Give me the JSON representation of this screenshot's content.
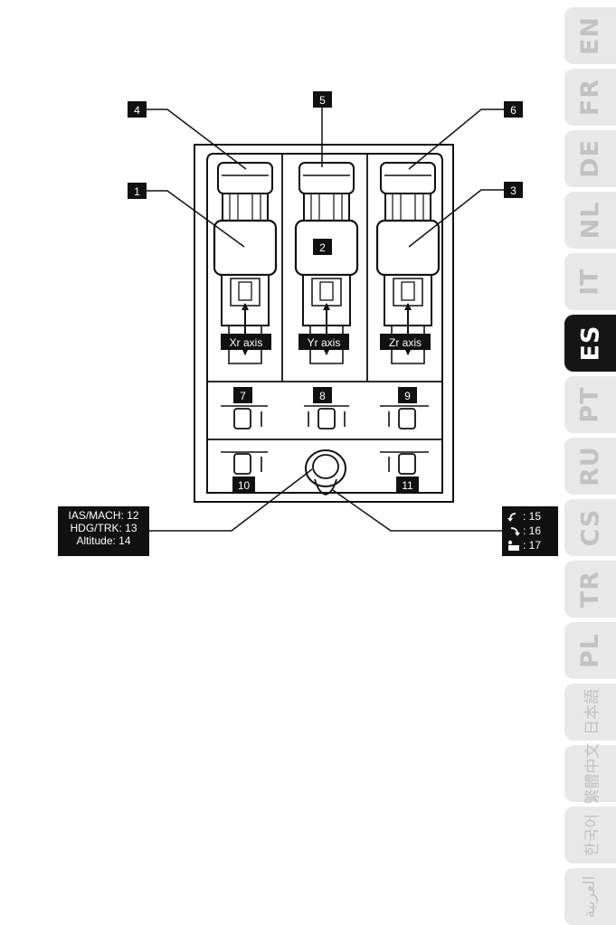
{
  "language_tabs": [
    {
      "code": "EN",
      "active": false
    },
    {
      "code": "FR",
      "active": false
    },
    {
      "code": "DE",
      "active": false
    },
    {
      "code": "NL",
      "active": false
    },
    {
      "code": "IT",
      "active": false
    },
    {
      "code": "ES",
      "active": true
    },
    {
      "code": "PT",
      "active": false
    },
    {
      "code": "RU",
      "active": false
    },
    {
      "code": "CS",
      "active": false
    },
    {
      "code": "TR",
      "active": false
    },
    {
      "code": "PL",
      "active": false
    },
    {
      "code": "日本語",
      "active": false
    },
    {
      "code": "繁體中文",
      "active": false
    },
    {
      "code": "한국어",
      "active": false
    },
    {
      "code": "العربية",
      "active": false
    }
  ],
  "numbered_labels": {
    "n1": "1",
    "n2": "2",
    "n3": "3",
    "n4": "4",
    "n5": "5",
    "n6": "6",
    "n7": "7",
    "n8": "8",
    "n9": "9",
    "n10": "10",
    "n11": "11"
  },
  "axis_labels": {
    "xr": "Xr axis",
    "yr": "Yr axis",
    "zr": "Zr axis"
  },
  "left_callout": {
    "line1": "IAS/MACH: 12",
    "line2": "HDG/TRK: 13",
    "line3": "Altitude: 14"
  },
  "right_callout": {
    "line1": ": 15",
    "line2": ": 16",
    "line3": ": 17"
  },
  "icons": [
    "rotate-ccw-icon",
    "rotate-cw-icon",
    "push-button-icon"
  ]
}
